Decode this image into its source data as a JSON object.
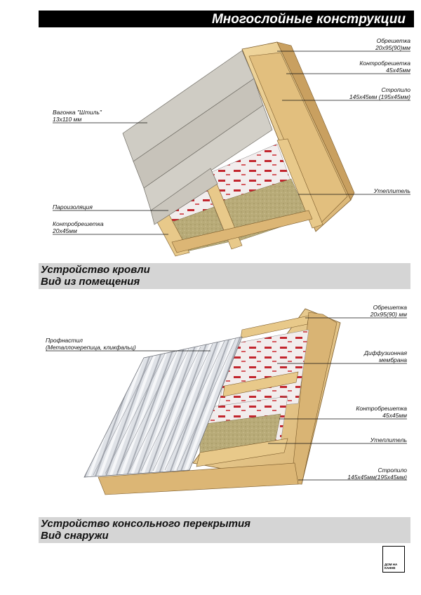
{
  "header": {
    "title": "Многослойные конструкции"
  },
  "diagram1": {
    "labels": {
      "obreshetka": [
        "Обрешетка",
        "20х95(90)мм"
      ],
      "kontrobreshetka_top": [
        "Контробрешетка",
        "45х45мм"
      ],
      "stropilo": [
        "Стропило",
        "145х45мм (195х45мм)"
      ],
      "vagonka": [
        "Вагонка \"Штиль\"",
        "13х110 мм"
      ],
      "uteplitel": [
        "Утеплитель"
      ],
      "paroizolyatsiya": [
        "Пароизоляция"
      ],
      "kontrobreshetka_bottom": [
        "Контробрешетка",
        "20х45мм"
      ]
    }
  },
  "section1": {
    "lines": [
      "Устройство кровли",
      "Вид из помещения"
    ]
  },
  "diagram2": {
    "labels": {
      "obreshetka": [
        "Обрешетка",
        "20х95(90) мм"
      ],
      "profnastil": [
        "Профнастил",
        "(Металлочерепица, кликфальц)"
      ],
      "membrana": [
        "Диффузионная",
        "мембрана"
      ],
      "kontrobreshetka": [
        "Контробрешетка",
        "45х45мм"
      ],
      "uteplitel": [
        "Утеплитель"
      ],
      "stropilo": [
        "Стропило",
        "145х45мм(195х45мм)"
      ]
    }
  },
  "section2": {
    "lines": [
      "Устройство консольного перекрытия",
      "Вид снаружи"
    ]
  },
  "logo": {
    "text": "ДОМ НА\nКАННЕ"
  },
  "colors": {
    "wood": "#e8c98a",
    "wood_dark": "#c9a060",
    "lining": "#c9c6bd",
    "insulation": "#b8ab78",
    "membrane": "#f2eded",
    "membrane_print": "#c2262e",
    "metal": "#e4e6ea",
    "section_bg": "#d5d5d5"
  }
}
